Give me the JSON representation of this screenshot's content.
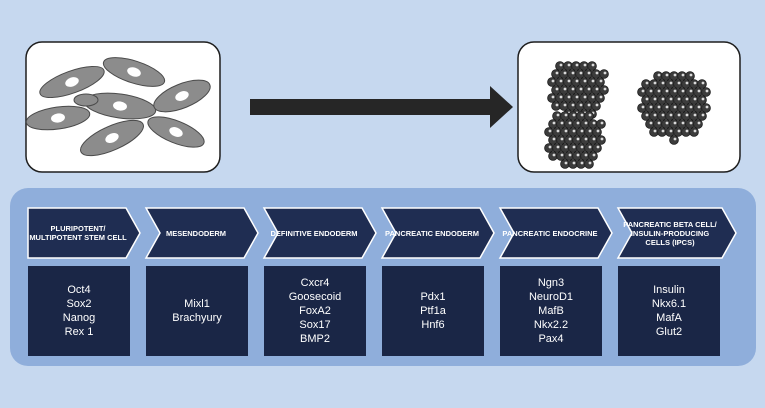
{
  "colors": {
    "background": "#c6d8ef",
    "panel": "#8faedb",
    "chevron": "#1f2d52",
    "marker_box": "#1a2646",
    "arrow": "#262626",
    "stem_cell": "#8c8c8c",
    "cluster_cell": "#3c3c3c"
  },
  "icons": {
    "stem_cells": "elongated-stem-cells-icon",
    "cell_clusters": "islet-cell-clusters-icon",
    "progress_arrow": "right-arrow-icon"
  },
  "stages": [
    {
      "title": "PLURIPOTENT/ MULTIPOTENT STEM CELL",
      "markers": [
        "Oct4",
        "Sox2",
        "Nanog",
        "Rex 1"
      ]
    },
    {
      "title": "MESENDODERM",
      "markers": [
        "Mixl1",
        "Brachyury"
      ]
    },
    {
      "title": "DEFINITIVE ENDODERM",
      "markers": [
        "Cxcr4",
        "Goosecoid",
        "FoxA2",
        "Sox17",
        "BMP2"
      ]
    },
    {
      "title": "PANCREATIC ENDODERM",
      "markers": [
        "Pdx1",
        "Ptf1a",
        "Hnf6"
      ]
    },
    {
      "title": "PANCREATIC ENDOCRINE",
      "markers": [
        "Ngn3",
        "NeuroD1",
        "MafB",
        "Nkx2.2",
        "Pax4"
      ]
    },
    {
      "title": "PANCREATIC BETA CELL/ INSULIN-PRODUCING CELLS (IPCs)",
      "markers": [
        "Insulin",
        "Nkx6.1",
        "MafA",
        "Glut2"
      ]
    }
  ]
}
